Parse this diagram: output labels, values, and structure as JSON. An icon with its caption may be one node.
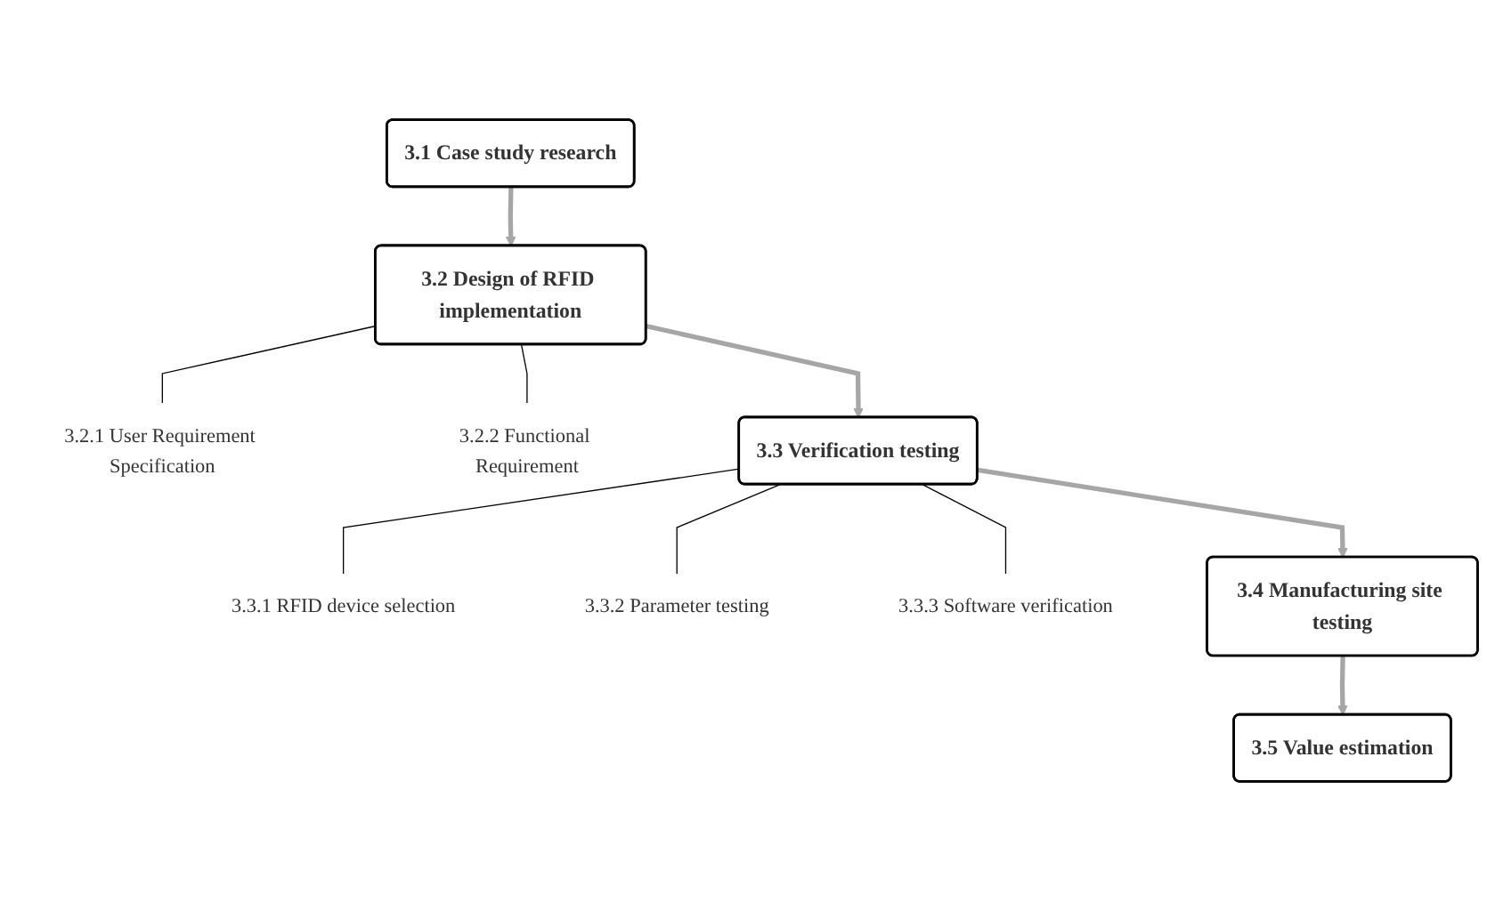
{
  "diagram": {
    "nodes": [
      {
        "text": [
          "3.1 Case study research"
        ]
      },
      {
        "text": [
          "3.2 Design of RFID implementation"
        ]
      },
      {
        "text": [
          "3.2.1 User Requirement Specification"
        ]
      },
      {
        "text": [
          "3.2.2 Functional Requirement"
        ]
      },
      {
        "text": [
          "3.3 Verification testing"
        ]
      },
      {
        "text": [
          "3.3.1 RFID device selection"
        ]
      },
      {
        "text": [
          "3.3.2 Parameter testing"
        ]
      },
      {
        "text": [
          "3.3.3 Software verification"
        ]
      },
      {
        "text": [
          "3.4 Manufacturing site testing"
        ]
      },
      {
        "text": [
          "3.5 Value estimation"
        ]
      }
    ],
    "edges": [
      {
        "from": 0,
        "to": 1,
        "arrow": "to",
        "style": "thick",
        "color": "#a6a6a6"
      },
      {
        "from": 1,
        "to": 2,
        "arrow": "none"
      },
      {
        "from": 1,
        "to": 3,
        "arrow": "none"
      },
      {
        "from": 1,
        "to": 4,
        "arrow": "to",
        "style": "thick",
        "color": "#a6a6a6"
      },
      {
        "from": 4,
        "to": 5,
        "arrow": "none"
      },
      {
        "from": 4,
        "to": 6,
        "arrow": "none"
      },
      {
        "from": 4,
        "to": 7,
        "arrow": "none"
      },
      {
        "from": 4,
        "to": 8,
        "arrow": "to",
        "style": "thick",
        "color": "#a6a6a6"
      },
      {
        "from": 8,
        "to": 9,
        "arrow": "to",
        "style": "thick",
        "color": "#a6a6a6"
      }
    ]
  }
}
